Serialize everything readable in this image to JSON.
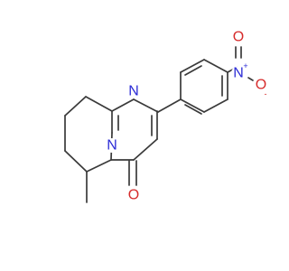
{
  "molecule": {
    "atoms": {
      "n_ring": {
        "symbol": "N"
      },
      "n_bridge": {
        "symbol": "N"
      },
      "carbonyl_o": {
        "symbol": "O"
      },
      "nitro_n": {
        "symbol": "N",
        "charge": "+"
      },
      "nitro_o_top": {
        "symbol": "O"
      },
      "nitro_o_right": {
        "symbol": "O",
        "charge": "-"
      }
    },
    "colors": {
      "bond": "#3a3a3a",
      "nitrogen": "#2b2bd6",
      "oxygen": "#d62b2b"
    }
  }
}
